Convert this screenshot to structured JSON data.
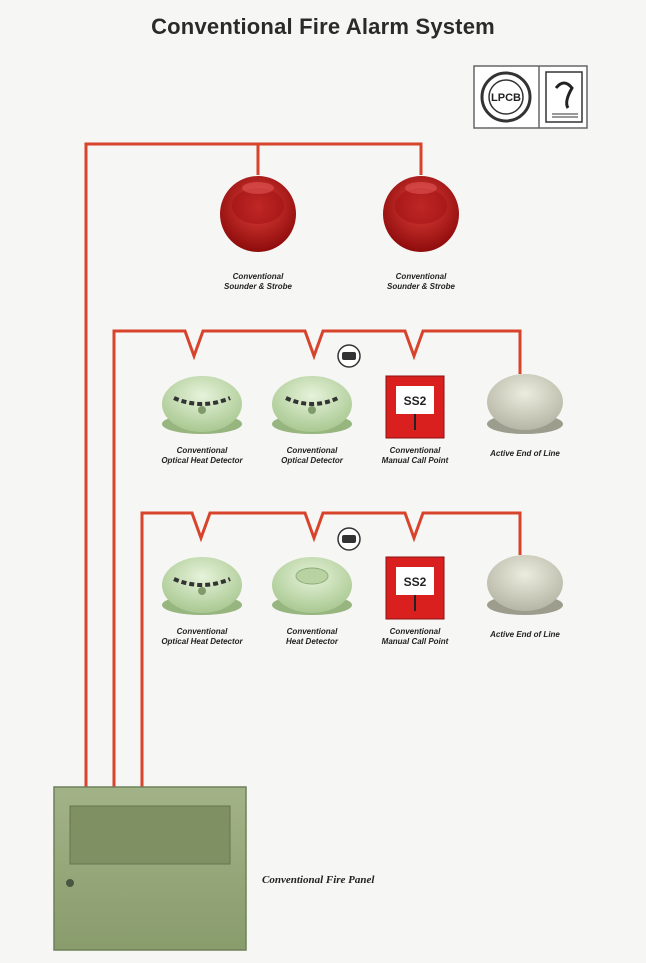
{
  "title": "Conventional Fire Alarm System",
  "certification": {
    "logo_text": "LPCB"
  },
  "sounders": [
    {
      "name": "Conventional",
      "sub": "Sounder & Strobe"
    },
    {
      "name": "Conventional",
      "sub": "Sounder & Strobe"
    }
  ],
  "zone_1": [
    {
      "name": "Conventional",
      "sub": "Optical Heat Detector"
    },
    {
      "name": "Conventional",
      "sub": "Optical Detector"
    },
    {
      "name": "Conventional",
      "sub": "Manual Call Point"
    },
    {
      "name": "Active End of Line",
      "sub": ""
    }
  ],
  "zone_2": [
    {
      "name": "Conventional",
      "sub": "Optical Heat Detector"
    },
    {
      "name": "Conventional",
      "sub": "Heat Detector"
    },
    {
      "name": "Conventional",
      "sub": "Manual Call Point"
    },
    {
      "name": "Active End of Line",
      "sub": ""
    }
  ],
  "call_point_label": "SS2",
  "panel_label": "Conventional Fire Panel",
  "colors": {
    "wire": "#d8432c",
    "sounder": "#c41818",
    "detector": "#c5dfb0",
    "call_point": "#d9201e",
    "eol": "#cfcfc3",
    "panel": "#95a779"
  }
}
